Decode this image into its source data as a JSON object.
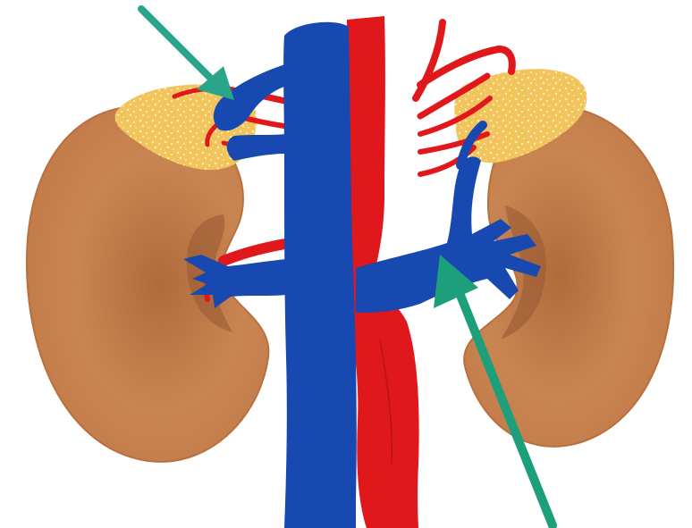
{
  "colors": {
    "background": "#ffffff",
    "kidney": "#c57e4e",
    "kidney_shadow": "#9e5e35",
    "adrenal": "#f2c660",
    "adrenal_dots": "#fde9ad",
    "vein": "#1749b0",
    "vein_dark": "#0f3a8f",
    "artery": "#e0181c",
    "artery_dark": "#a80f12",
    "arrow": "#1d9f7c"
  },
  "structures": [
    "left-kidney",
    "right-kidney",
    "left-adrenal-gland",
    "right-adrenal-gland",
    "inferior-vena-cava",
    "abdominal-aorta",
    "left-renal-vein",
    "right-renal-vein",
    "right-adrenal-vein",
    "left-adrenal-vein",
    "renal-arteries",
    "adrenal-arteries"
  ],
  "arrows": [
    {
      "points_to": "right-adrenal-vein",
      "icon": "arrow-icon"
    },
    {
      "points_to": "left-renal-vein",
      "icon": "arrow-icon"
    }
  ]
}
